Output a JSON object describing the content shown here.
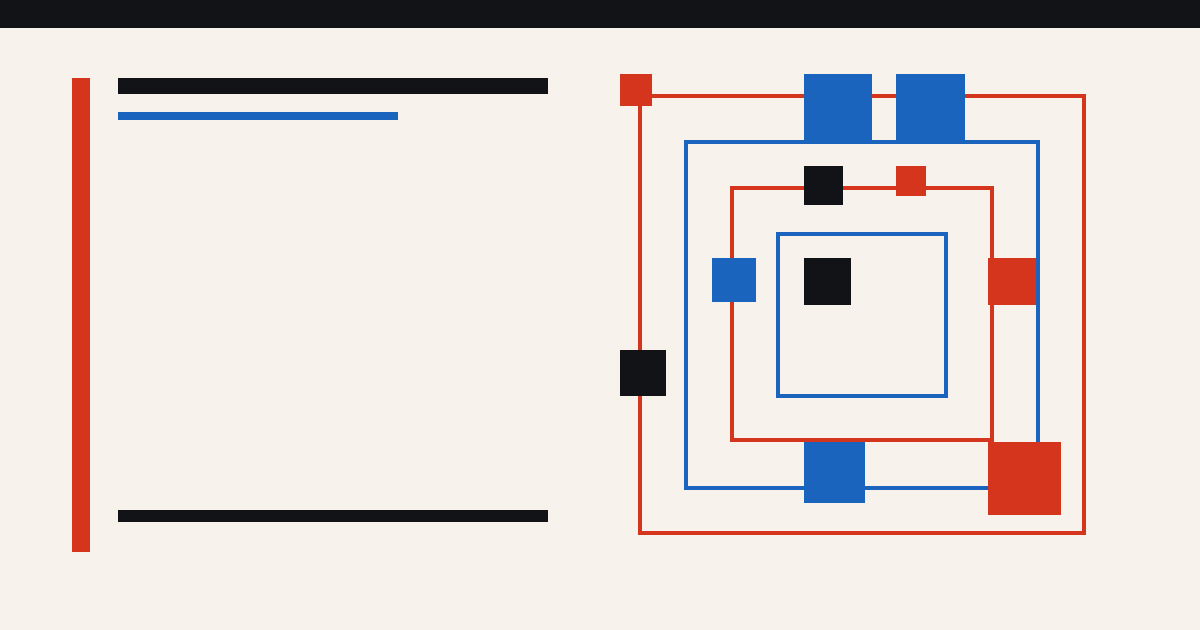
{
  "colors": {
    "background": "#f7f3ec",
    "top_bar": "#121316",
    "red": "#d5351c",
    "blue": "#1a64be",
    "black": "#121316"
  },
  "header": {
    "top_bar_icon": "solid-bar"
  },
  "left_panel": {
    "accent_icon": "vertical-accent-bar",
    "title_icon": "title-placeholder-bar",
    "subtitle_icon": "subtitle-placeholder-bar",
    "footer_icon": "footer-placeholder-bar"
  },
  "graphic": {
    "description_icon": "concentric-squares-graphic"
  }
}
